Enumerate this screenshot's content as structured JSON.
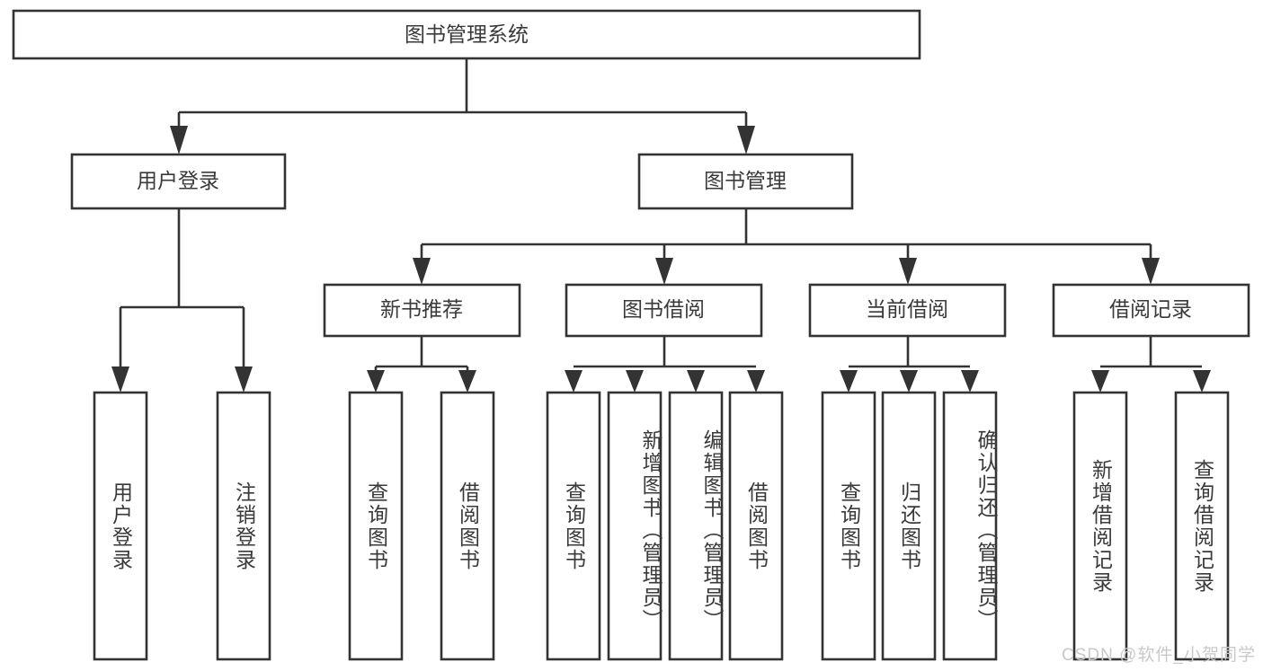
{
  "diagram": {
    "title": "图书管理系统",
    "type": "tree",
    "watermark": "CSDN @软件_小贺同学",
    "colors": {
      "box_stroke": "#333333",
      "box_fill": "#ffffff",
      "text": "#3a3a3a",
      "connector": "#333333",
      "watermark": "#c9c9c9",
      "background": "#ffffff"
    },
    "levels": {
      "root": {
        "label": "图书管理系统"
      },
      "level2": [
        {
          "id": "user-login",
          "label": "用户登录"
        },
        {
          "id": "book-management",
          "label": "图书管理"
        }
      ],
      "level3": [
        {
          "id": "new-book-recommend",
          "label": "新书推荐",
          "parent": "book-management"
        },
        {
          "id": "book-borrow",
          "label": "图书借阅",
          "parent": "book-management"
        },
        {
          "id": "current-borrow",
          "label": "当前借阅",
          "parent": "book-management"
        },
        {
          "id": "borrow-record",
          "label": "借阅记录",
          "parent": "book-management"
        }
      ],
      "leaves": [
        {
          "id": "leaf-user-login",
          "label": "用户登录",
          "parent": "user-login"
        },
        {
          "id": "leaf-logout-login",
          "label": "注销登录",
          "parent": "user-login"
        },
        {
          "id": "leaf-query-book-1",
          "label": "查询图书",
          "parent": "new-book-recommend"
        },
        {
          "id": "leaf-borrow-book-1",
          "label": "借阅图书",
          "parent": "new-book-recommend"
        },
        {
          "id": "leaf-query-book-2",
          "label": "查询图书",
          "parent": "book-borrow"
        },
        {
          "id": "leaf-add-book",
          "label": "新增图书（管理员）",
          "parent": "book-borrow"
        },
        {
          "id": "leaf-edit-book",
          "label": "编辑图书（管理员）",
          "parent": "book-borrow"
        },
        {
          "id": "leaf-borrow-book-2",
          "label": "借阅图书",
          "parent": "book-borrow"
        },
        {
          "id": "leaf-query-book-3",
          "label": "查询图书",
          "parent": "current-borrow"
        },
        {
          "id": "leaf-return-book",
          "label": "归还图书",
          "parent": "current-borrow"
        },
        {
          "id": "leaf-confirm-return",
          "label": "确认归还（管理员）",
          "parent": "current-borrow"
        },
        {
          "id": "leaf-add-record",
          "label": "新增借阅记录",
          "parent": "borrow-record"
        },
        {
          "id": "leaf-query-record",
          "label": "查询借阅记录",
          "parent": "borrow-record"
        }
      ]
    }
  }
}
